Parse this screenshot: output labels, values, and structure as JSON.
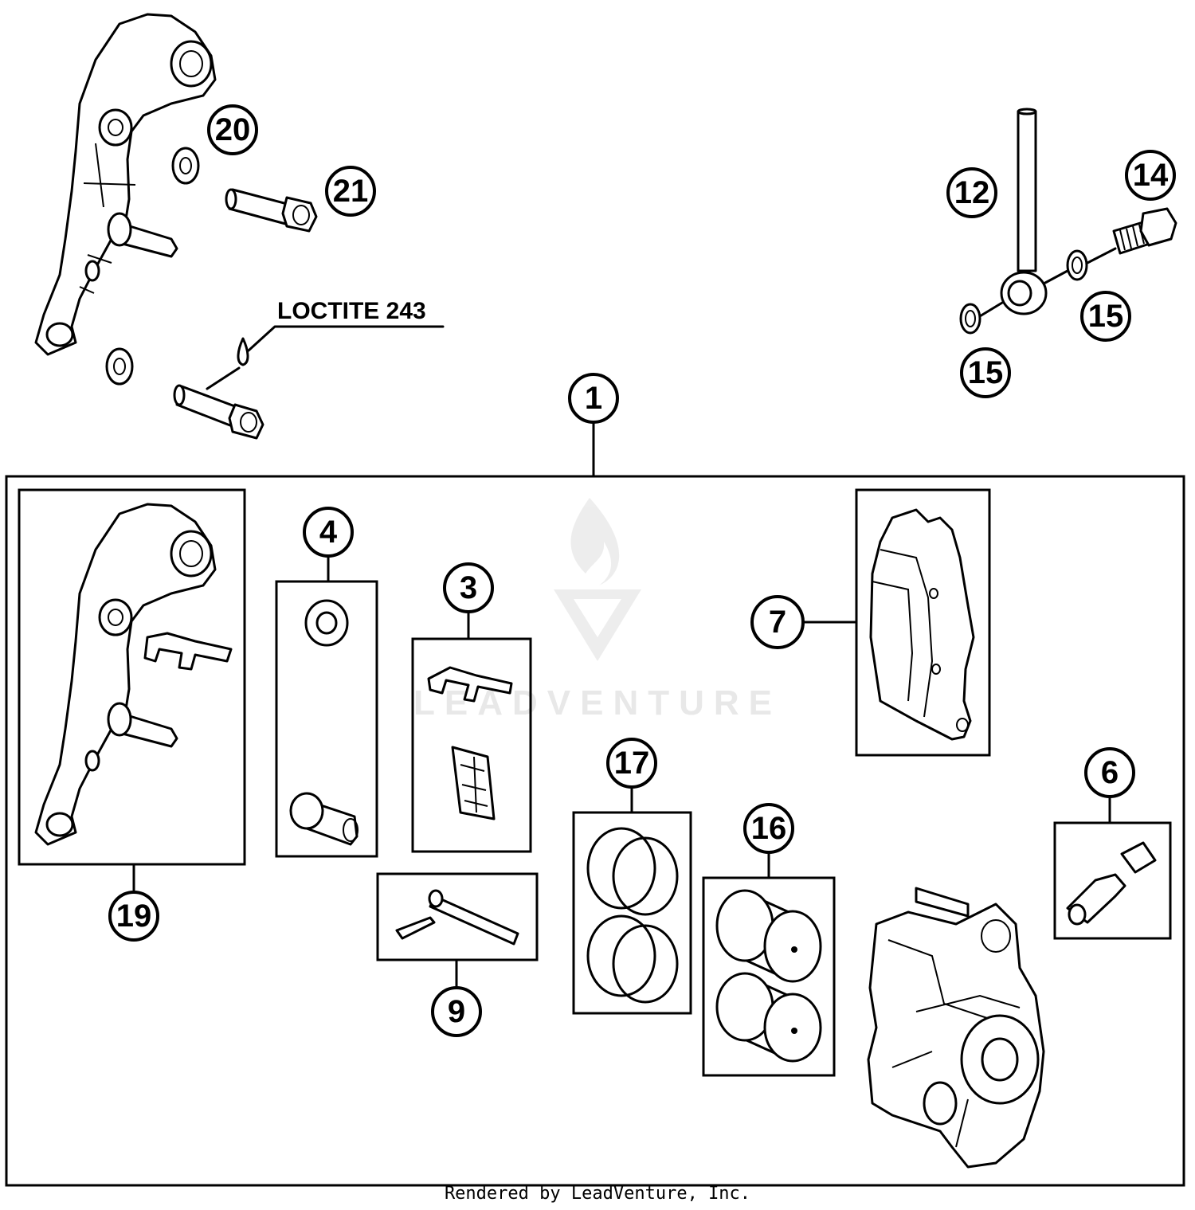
{
  "callouts": {
    "c1": "1",
    "c3": "3",
    "c4": "4",
    "c6": "6",
    "c7": "7",
    "c9": "9",
    "c12": "12",
    "c14": "14",
    "c15a": "15",
    "c15b": "15",
    "c16": "16",
    "c17": "17",
    "c19": "19",
    "c20": "20",
    "c21": "21"
  },
  "labels": {
    "loctite": "LOCTITE 243"
  },
  "watermark": {
    "text": "LEADVENTURE"
  },
  "footer": {
    "text": "Rendered by LeadVenture, Inc."
  }
}
